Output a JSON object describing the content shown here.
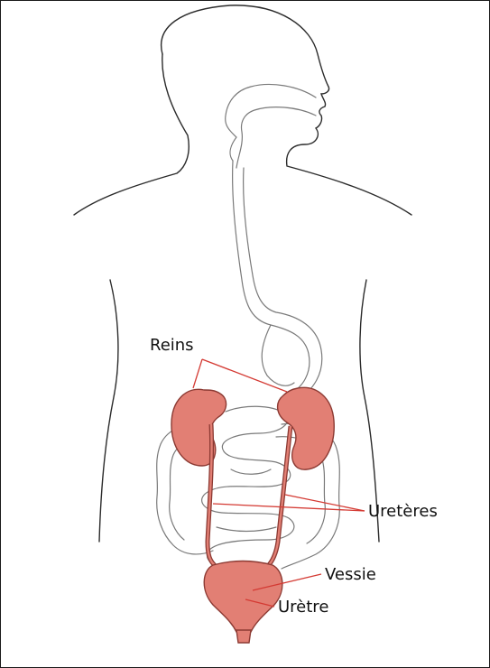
{
  "labels": {
    "reins": "Reins",
    "ureteres": "Uretères",
    "vessie": "Vessie",
    "uretre": "Urètre"
  },
  "colors": {
    "organ_fill": "#e27f74",
    "organ_stroke": "#8c3a33",
    "leader": "#d43a33",
    "outline": "#2b2b2b",
    "organ_outline_gray": "#8a8a8a"
  }
}
